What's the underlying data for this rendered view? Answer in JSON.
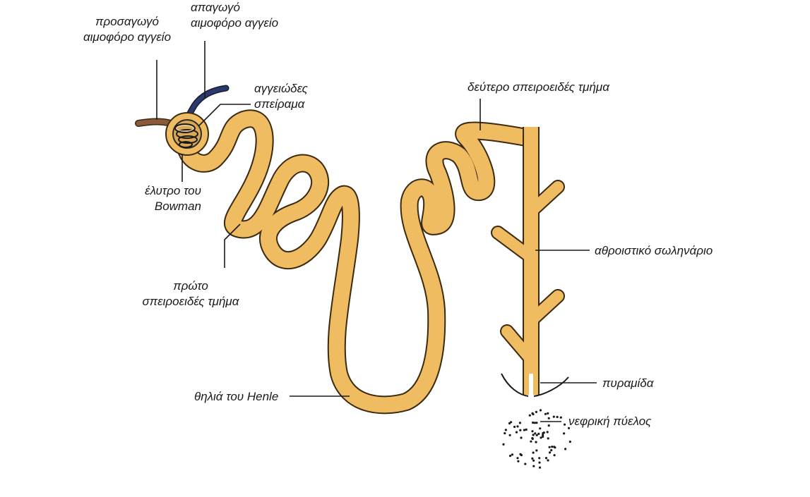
{
  "diagram": {
    "labels": {
      "afferent_vessel": [
        "προσαγωγό",
        "αιμοφόρο αγγείο"
      ],
      "efferent_vessel": [
        "απαγωγό",
        "αιμοφόρο αγγείο"
      ],
      "glomerulus": [
        "αγγειώδες",
        "σπείραμα"
      ],
      "bowman_capsule": [
        "έλυτρο του",
        "Bowman"
      ],
      "proximal_tubule": [
        "πρώτο",
        "σπειροειδές τμήμα"
      ],
      "loop_of_henle": "θηλιά του Henle",
      "distal_tubule": "δεύτερο σπειροειδές τμήμα",
      "collecting_duct": "αθροιστικό σωληνάριο",
      "pyramid": "πυραμίδα",
      "renal_pelvis": "νεφρική πύελος"
    },
    "colors": {
      "tubule_fill": "#f0bc62",
      "tubule_outline": "#3a2a10",
      "afferent_vessel": "#8b5a3c",
      "efferent_vessel": "#2a3a6e",
      "leader_line": "#1a1a1a"
    }
  }
}
